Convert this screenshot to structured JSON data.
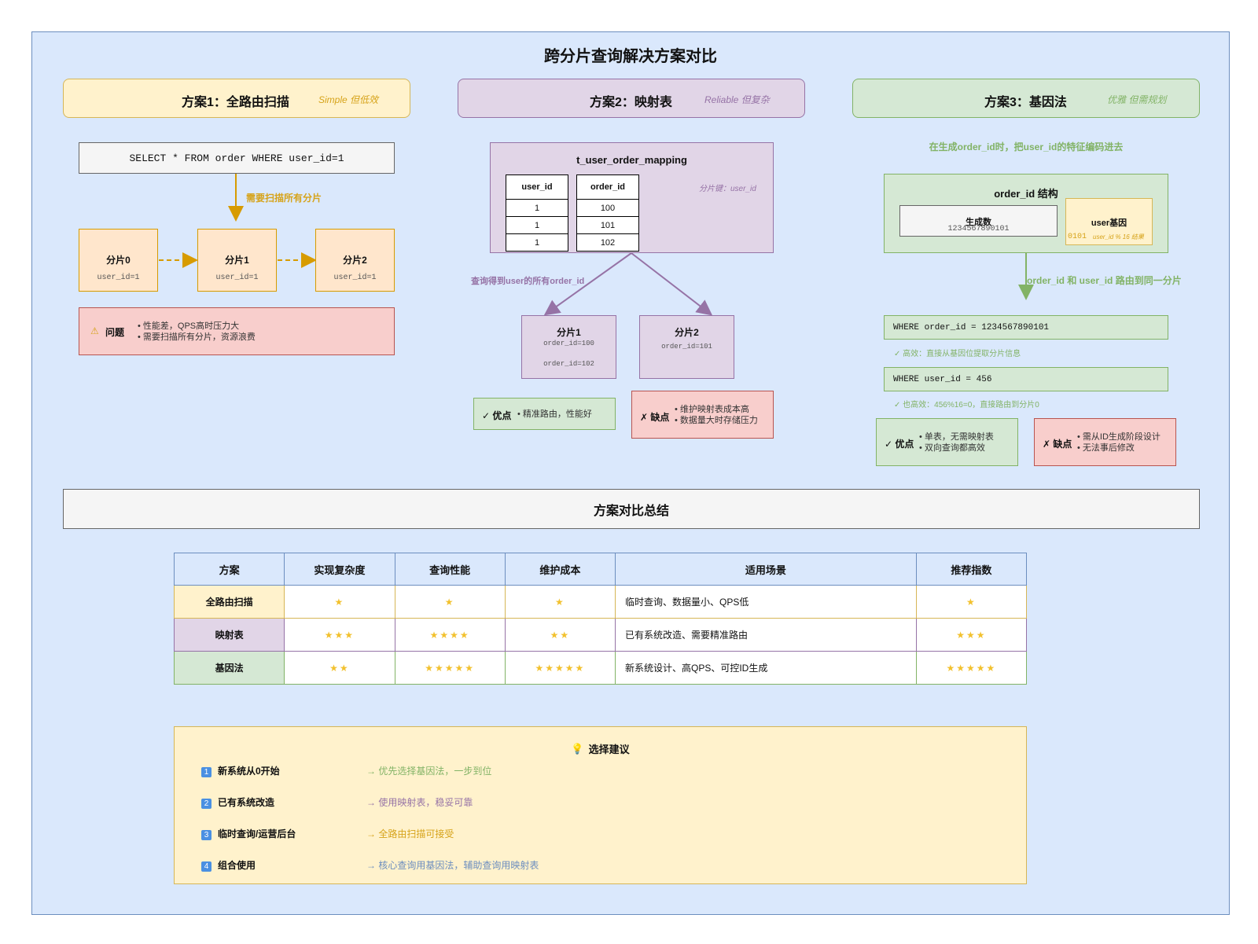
{
  "title": "跨分片查询解决方案对比",
  "plan1": {
    "header": "方案1：全路由扫描",
    "tag": "Simple 但低效",
    "sql": "SELECT * FROM order WHERE user_id=1",
    "arrow_label": "需要扫描所有分片",
    "shards": [
      {
        "name": "分片0",
        "sub": "user_id=1"
      },
      {
        "name": "分片1",
        "sub": "user_id=1"
      },
      {
        "name": "分片2",
        "sub": "user_id=1"
      }
    ],
    "problem_label": "问题",
    "problem_points": [
      "• 性能差，QPS高时压力大",
      "• 需要扫描所有分片，资源浪费"
    ]
  },
  "plan2": {
    "header": "方案2：映射表",
    "tag": "Reliable 但复杂",
    "table_name": "t_user_order_mapping",
    "shard_key": "分片键：user_id",
    "col_user": "user_id",
    "col_order": "order_id",
    "user_ids": [
      "1",
      "1",
      "1"
    ],
    "order_ids": [
      "100",
      "101",
      "102"
    ],
    "query_label": "查询得到user的所有order_id",
    "shards": [
      {
        "name": "分片1",
        "lines": [
          "order_id=100",
          "order_id=102"
        ]
      },
      {
        "name": "分片2",
        "lines": [
          "order_id=101"
        ]
      }
    ],
    "pro_label": "✓ 优点",
    "pro_points": [
      "• 精准路由，性能好"
    ],
    "con_label": "✗ 缺点",
    "con_points": [
      "• 维护映射表成本高",
      "• 数据量大时存储压力"
    ]
  },
  "plan3": {
    "header": "方案3：基因法",
    "tag": "优雅 但需规划",
    "intro": "在生成order_id时，把user_id的特征编码进去",
    "struct_title": "order_id 结构",
    "gen_label": "生成数",
    "gen_value": "1234567890101",
    "gene_label": "user基因",
    "gene_value": "0101",
    "gene_note": "user_id % 16 结果",
    "arrow_label": "order_id 和 user_id 路由到同一分片",
    "query1": "WHERE order_id = 1234567890101",
    "query1_note": "✓ 高效：直接从基因位提取分片信息",
    "query2": "WHERE user_id = 456",
    "query2_note": "✓ 也高效：456%16=0，直接路由到分片0",
    "pro_label": "✓ 优点",
    "pro_points": [
      "• 单表，无需映射表",
      "• 双向查询都高效"
    ],
    "con_label": "✗ 缺点",
    "con_points": [
      "• 需从ID生成阶段设计",
      "• 无法事后修改"
    ]
  },
  "summary": {
    "title": "方案对比总结",
    "headers": [
      "方案",
      "实现复杂度",
      "查询性能",
      "维护成本",
      "适用场景",
      "推荐指数"
    ],
    "rows": [
      {
        "name": "全路由扫描",
        "complexity": "★",
        "performance": "★",
        "cost": "★",
        "scene": "临时查询、数据量小、QPS低",
        "rating": "★"
      },
      {
        "name": "映射表",
        "complexity": "★★★",
        "performance": "★★★★",
        "cost": "★★",
        "scene": "已有系统改造、需要精准路由",
        "rating": "★★★"
      },
      {
        "name": "基因法",
        "complexity": "★★",
        "performance": "★★★★★",
        "cost": "★★★★★",
        "scene": "新系统设计、高QPS、可控ID生成",
        "rating": "★★★★★"
      }
    ]
  },
  "advice": {
    "title": "选择建议",
    "icon": "lightbulb-icon",
    "items": [
      {
        "num": "1",
        "label": "新系统从0开始",
        "text": "→ 优先选择基因法，一步到位",
        "color": "#82b366"
      },
      {
        "num": "2",
        "label": "已有系统改造",
        "text": "→ 使用映射表，稳妥可靠",
        "color": "#9673a6"
      },
      {
        "num": "3",
        "label": "临时查询/运营后台",
        "text": "→ 全路由扫描可接受",
        "color": "#d6a31a"
      },
      {
        "num": "4",
        "label": "组合使用",
        "text": "→ 核心查询用基因法，辅助查询用映射表",
        "color": "#6c8ebf"
      }
    ]
  },
  "colors": {
    "blue_bg": "#dae8fc",
    "yellow": "#fff2cc",
    "orange": "#ffe6cc",
    "purple": "#e1d5e7",
    "green": "#d5e8d4",
    "red": "#f8cecc"
  }
}
